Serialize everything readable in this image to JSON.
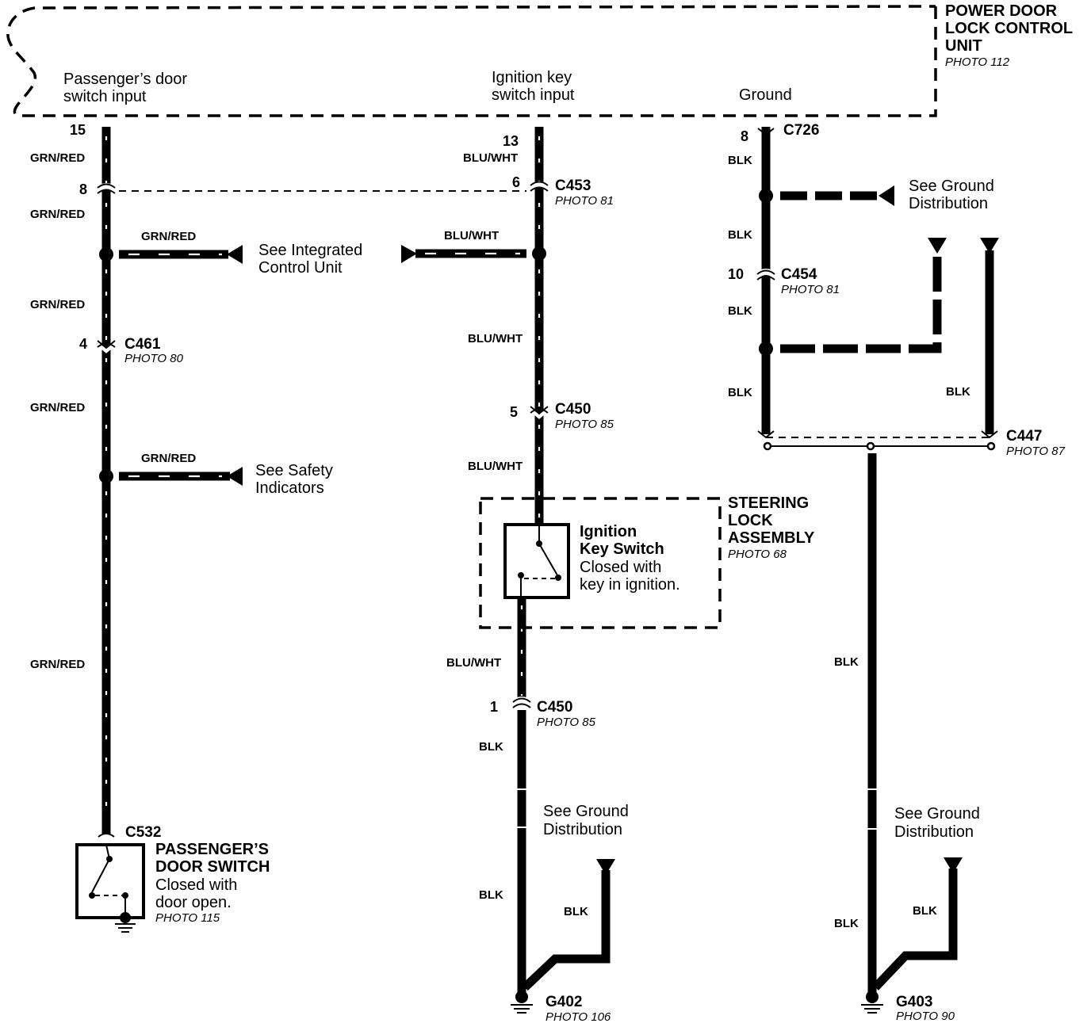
{
  "control_unit": {
    "title_lines": [
      "POWER DOOR",
      "LOCK CONTROL",
      "UNIT"
    ],
    "photo": "PHOTO 112",
    "inputs": [
      {
        "lines": [
          "Passenger’s door",
          "switch input"
        ]
      },
      {
        "lines": [
          "Ignition key",
          "switch input"
        ]
      },
      {
        "lines": [
          "Ground"
        ]
      }
    ]
  },
  "pins": {
    "p15": "15",
    "p13": "13",
    "p8_c726": "8",
    "p8_left": "8",
    "p6": "6",
    "p10": "10",
    "p4": "4",
    "p5": "5",
    "p1": "1"
  },
  "connectors": {
    "c726": {
      "name": "C726"
    },
    "c453": {
      "name": "C453",
      "photo": "PHOTO 81"
    },
    "c454": {
      "name": "C454",
      "photo": "PHOTO 81"
    },
    "c461": {
      "name": "C461",
      "photo": "PHOTO 80"
    },
    "c450_top": {
      "name": "C450",
      "photo": "PHOTO 85"
    },
    "c450_bottom": {
      "name": "C450",
      "photo": "PHOTO 85"
    },
    "c447": {
      "name": "C447",
      "photo": "PHOTO 87"
    },
    "c532": {
      "name": "C532"
    }
  },
  "wire_colors": {
    "grn_red": "GRN/RED",
    "blu_wht": "BLU/WHT",
    "blk": "BLK"
  },
  "references": {
    "integrated": [
      "See  Integrated",
      "Control Unit"
    ],
    "safety": [
      "See  Safety",
      "Indicators"
    ],
    "ground_dist": [
      "See Ground",
      "Distribution"
    ]
  },
  "steering_lock": {
    "title_lines": [
      "STEERING",
      "LOCK",
      "ASSEMBLY"
    ],
    "photo": "PHOTO 68",
    "switch_title": [
      "Ignition",
      "Key Switch"
    ],
    "switch_desc": [
      "Closed with",
      "key in ignition."
    ]
  },
  "door_switch": {
    "title_lines": [
      "PASSENGER’S",
      "DOOR SWITCH"
    ],
    "desc_lines": [
      "Closed with",
      "door open."
    ],
    "photo": "PHOTO 115"
  },
  "grounds": {
    "g402": {
      "name": "G402",
      "photo": "PHOTO 106"
    },
    "g403": {
      "name": "G403",
      "photo": "PHOTO 90"
    }
  }
}
